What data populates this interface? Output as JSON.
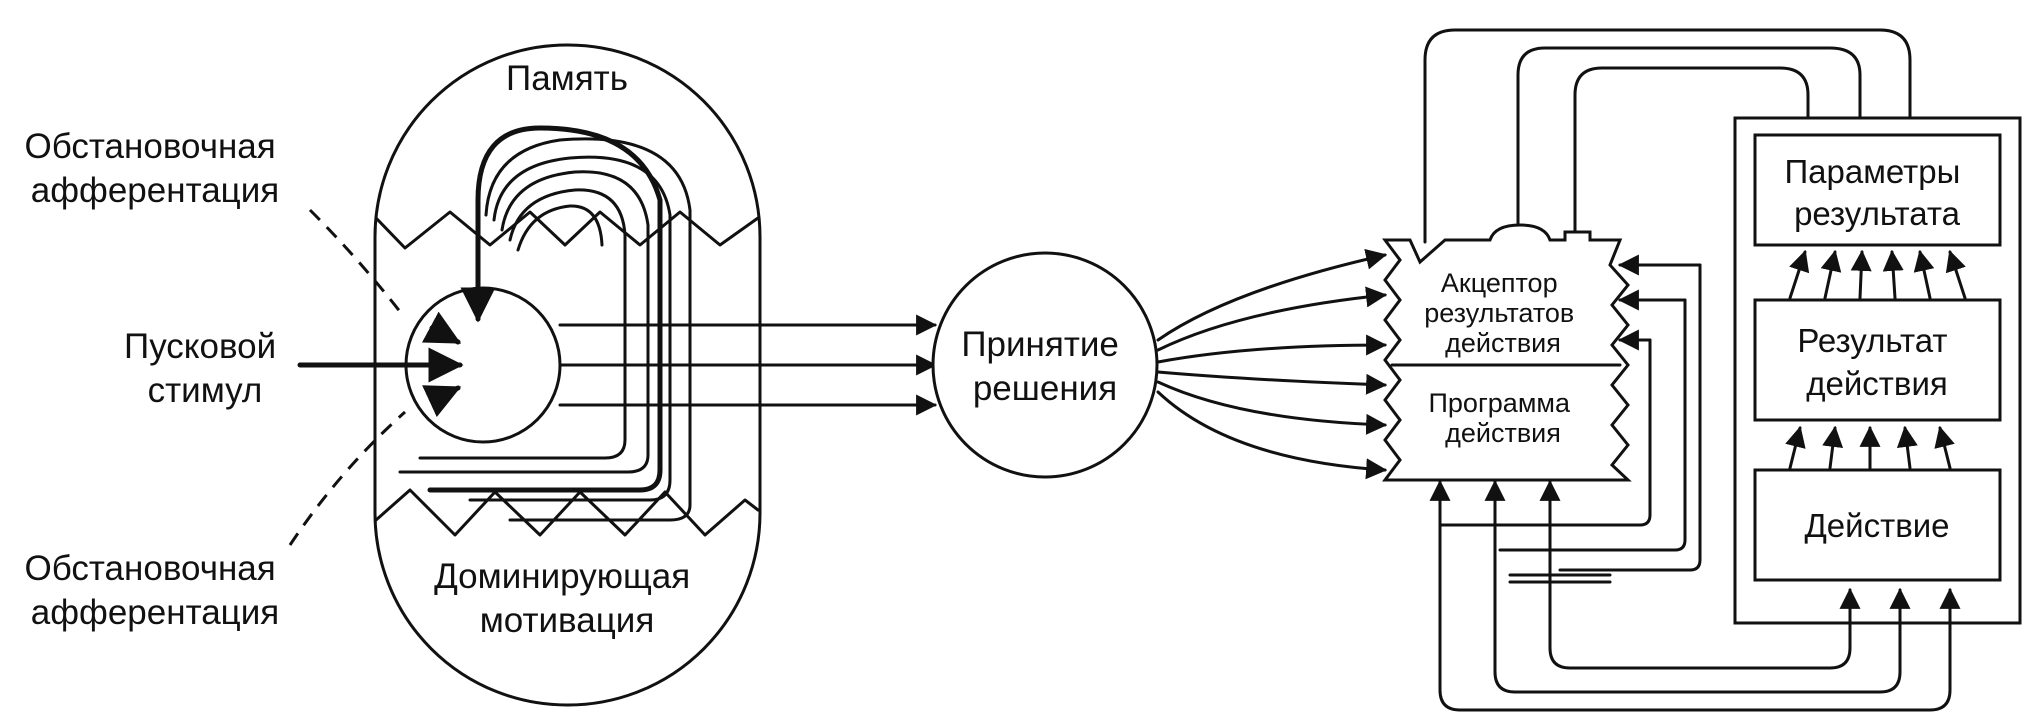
{
  "labels": {
    "memory": "Память",
    "situational_top": [
      "Обстановочная",
      "афферентация"
    ],
    "trigger": [
      "Пусковой",
      "стимул"
    ],
    "situational_bottom": [
      "Обстановочная",
      "афферентация"
    ],
    "motivation": [
      "Доминирующая",
      "мотивация"
    ],
    "decision": [
      "Принятие",
      "решения"
    ],
    "acceptor": [
      "Акцептор",
      "результатов",
      "действия"
    ],
    "program": [
      "Программа",
      "действия"
    ],
    "result_params": [
      "Параметры",
      "результата"
    ],
    "result": [
      "Результат",
      "действия"
    ],
    "action": "Действие"
  }
}
